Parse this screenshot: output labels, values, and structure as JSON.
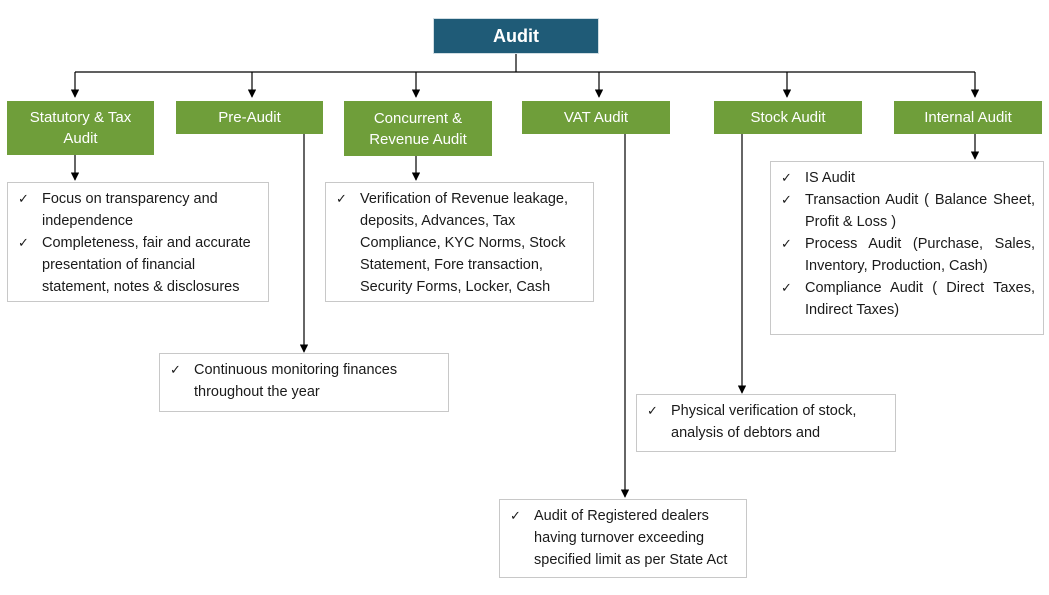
{
  "root": {
    "label": "Audit"
  },
  "categories": [
    {
      "id": "statutory",
      "label": "Statutory & Tax Audit"
    },
    {
      "id": "pre",
      "label": "Pre-Audit"
    },
    {
      "id": "concurrent",
      "label": "Concurrent & Revenue Audit"
    },
    {
      "id": "vat",
      "label": "VAT Audit"
    },
    {
      "id": "stock",
      "label": "Stock Audit"
    },
    {
      "id": "internal",
      "label": "Internal Audit"
    }
  ],
  "details": {
    "statutory": [
      "Focus on transparency and independence",
      "Completeness, fair and accurate presentation of financial statement, notes & disclosures"
    ],
    "pre": [
      "Continuous monitoring finances throughout the year"
    ],
    "concurrent": [
      "Verification of Revenue leakage, deposits, Advances, Tax Compliance, KYC Norms, Stock Statement, Fore transaction, Security Forms, Locker, Cash"
    ],
    "vat": [
      "Audit of Registered dealers having turnover exceeding specified limit as per State Act"
    ],
    "stock": [
      "Physical verification of stock, analysis of debtors and"
    ],
    "internal": [
      "IS Audit",
      "Transaction Audit ( Balance Sheet, Profit & Loss )",
      "Process Audit (Purchase, Sales, Inventory, Production, Cash)",
      "Compliance Audit ( Direct Taxes, Indirect Taxes)"
    ]
  },
  "check_glyph": "✓",
  "colors": {
    "root": "#1f5b77",
    "category": "#6f9e3a",
    "line": "#000000",
    "box_border": "#c8c8c8"
  }
}
